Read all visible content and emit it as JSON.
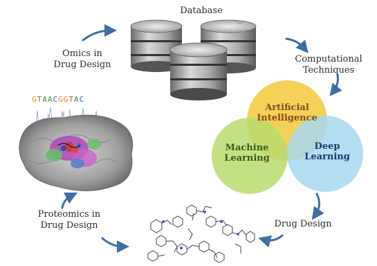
{
  "labels": {
    "database": "Database",
    "omics": [
      "Omics in",
      "Drug Design"
    ],
    "computational": [
      "Computational",
      "Techniques"
    ],
    "proteomics": [
      "Proteomics in",
      "Drug Design"
    ],
    "drug_design": "Drug Design"
  },
  "circles": {
    "ai": [
      "Artificial",
      "Intelligence"
    ],
    "ml": [
      "Machine",
      "Learning"
    ],
    "dl": [
      "Deep",
      "Learning"
    ]
  },
  "sequence": {
    "letters": [
      "G",
      "T",
      "A",
      "A",
      "C",
      "G",
      "G",
      "T",
      "A",
      "C"
    ],
    "colors": [
      "#e08a2a",
      "#d94a4a",
      "#3a9a3a",
      "#3a9a3a",
      "#2a6ad0",
      "#e08a2a",
      "#e08a2a",
      "#d94a4a",
      "#3a9a3a",
      "#2a6ad0"
    ]
  },
  "colors": {
    "arrow": "#3d6fa5",
    "ai": "#f4cd4a",
    "ml": "#b9dc6c",
    "dl": "#a7d8ee",
    "text": "#2b2b2b"
  }
}
